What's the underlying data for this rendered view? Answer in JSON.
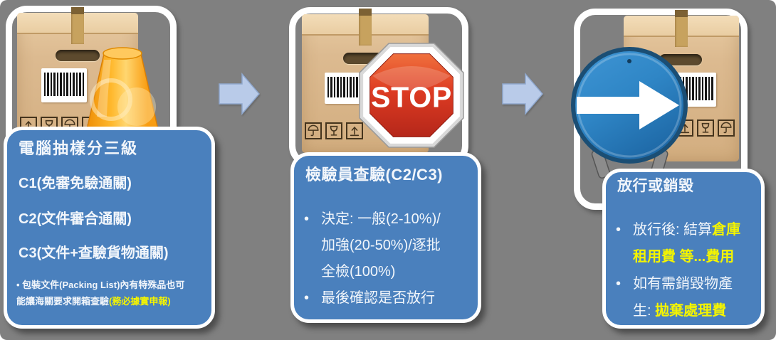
{
  "ui": {
    "bullet_glyph": "•"
  },
  "colors": {
    "canvas-gray": "#808080",
    "panel-blue": "#4A80BD",
    "panel-border-white": "#FFFFFF",
    "text-white": "#F2F6FB",
    "highlight-yellow": "#F4F400",
    "flow-arrow-fill": "#B9CBE9",
    "flow-arrow-edge": "#8FA8CE",
    "stop-sign-red": "#D93A22",
    "direction-sign-blue": "#2F86C6",
    "box-tan": "#DCBA90",
    "siren-orange": "#FFB92E"
  },
  "panels": [
    {
      "image": "cardboard-box-with-siren-beacon",
      "title": "電腦抽樣分三級",
      "items": [
        "C1(免審免驗通關)",
        "C2(文件審合通關)",
        "C3(文件+查驗貨物通關)"
      ],
      "note_lines": [
        {
          "white": "• 包裝文件(Packing List)內有特殊品也可",
          "yellow": ""
        },
        {
          "white": "能讓海關要求開箱查驗",
          "yellow": "(務必據實申報)"
        }
      ]
    },
    {
      "image": "cardboard-box-with-stop-sign",
      "stop_sign_text": "STOP",
      "title": "檢驗員查驗(C2/C3)",
      "bullets": [
        {
          "lines": [
            "決定: 一般(2-10%)/",
            "加強(20-50%)/逐批",
            "全檢(100%)"
          ]
        },
        {
          "lines": [
            "最後確認是否放行"
          ]
        }
      ]
    },
    {
      "image": "cardboard-box-with-direction-sign",
      "title": "放行或銷毀",
      "bullets": [
        {
          "lines": [
            {
              "white": "放行後: 結算",
              "yellow": "倉庫"
            },
            {
              "white": "",
              "yellow": "租用費 等...費用"
            }
          ]
        },
        {
          "lines": [
            {
              "white": "如有需銷毀物產",
              "yellow": ""
            },
            {
              "white": "生: ",
              "yellow": "拋棄處理費"
            }
          ]
        }
      ]
    }
  ]
}
